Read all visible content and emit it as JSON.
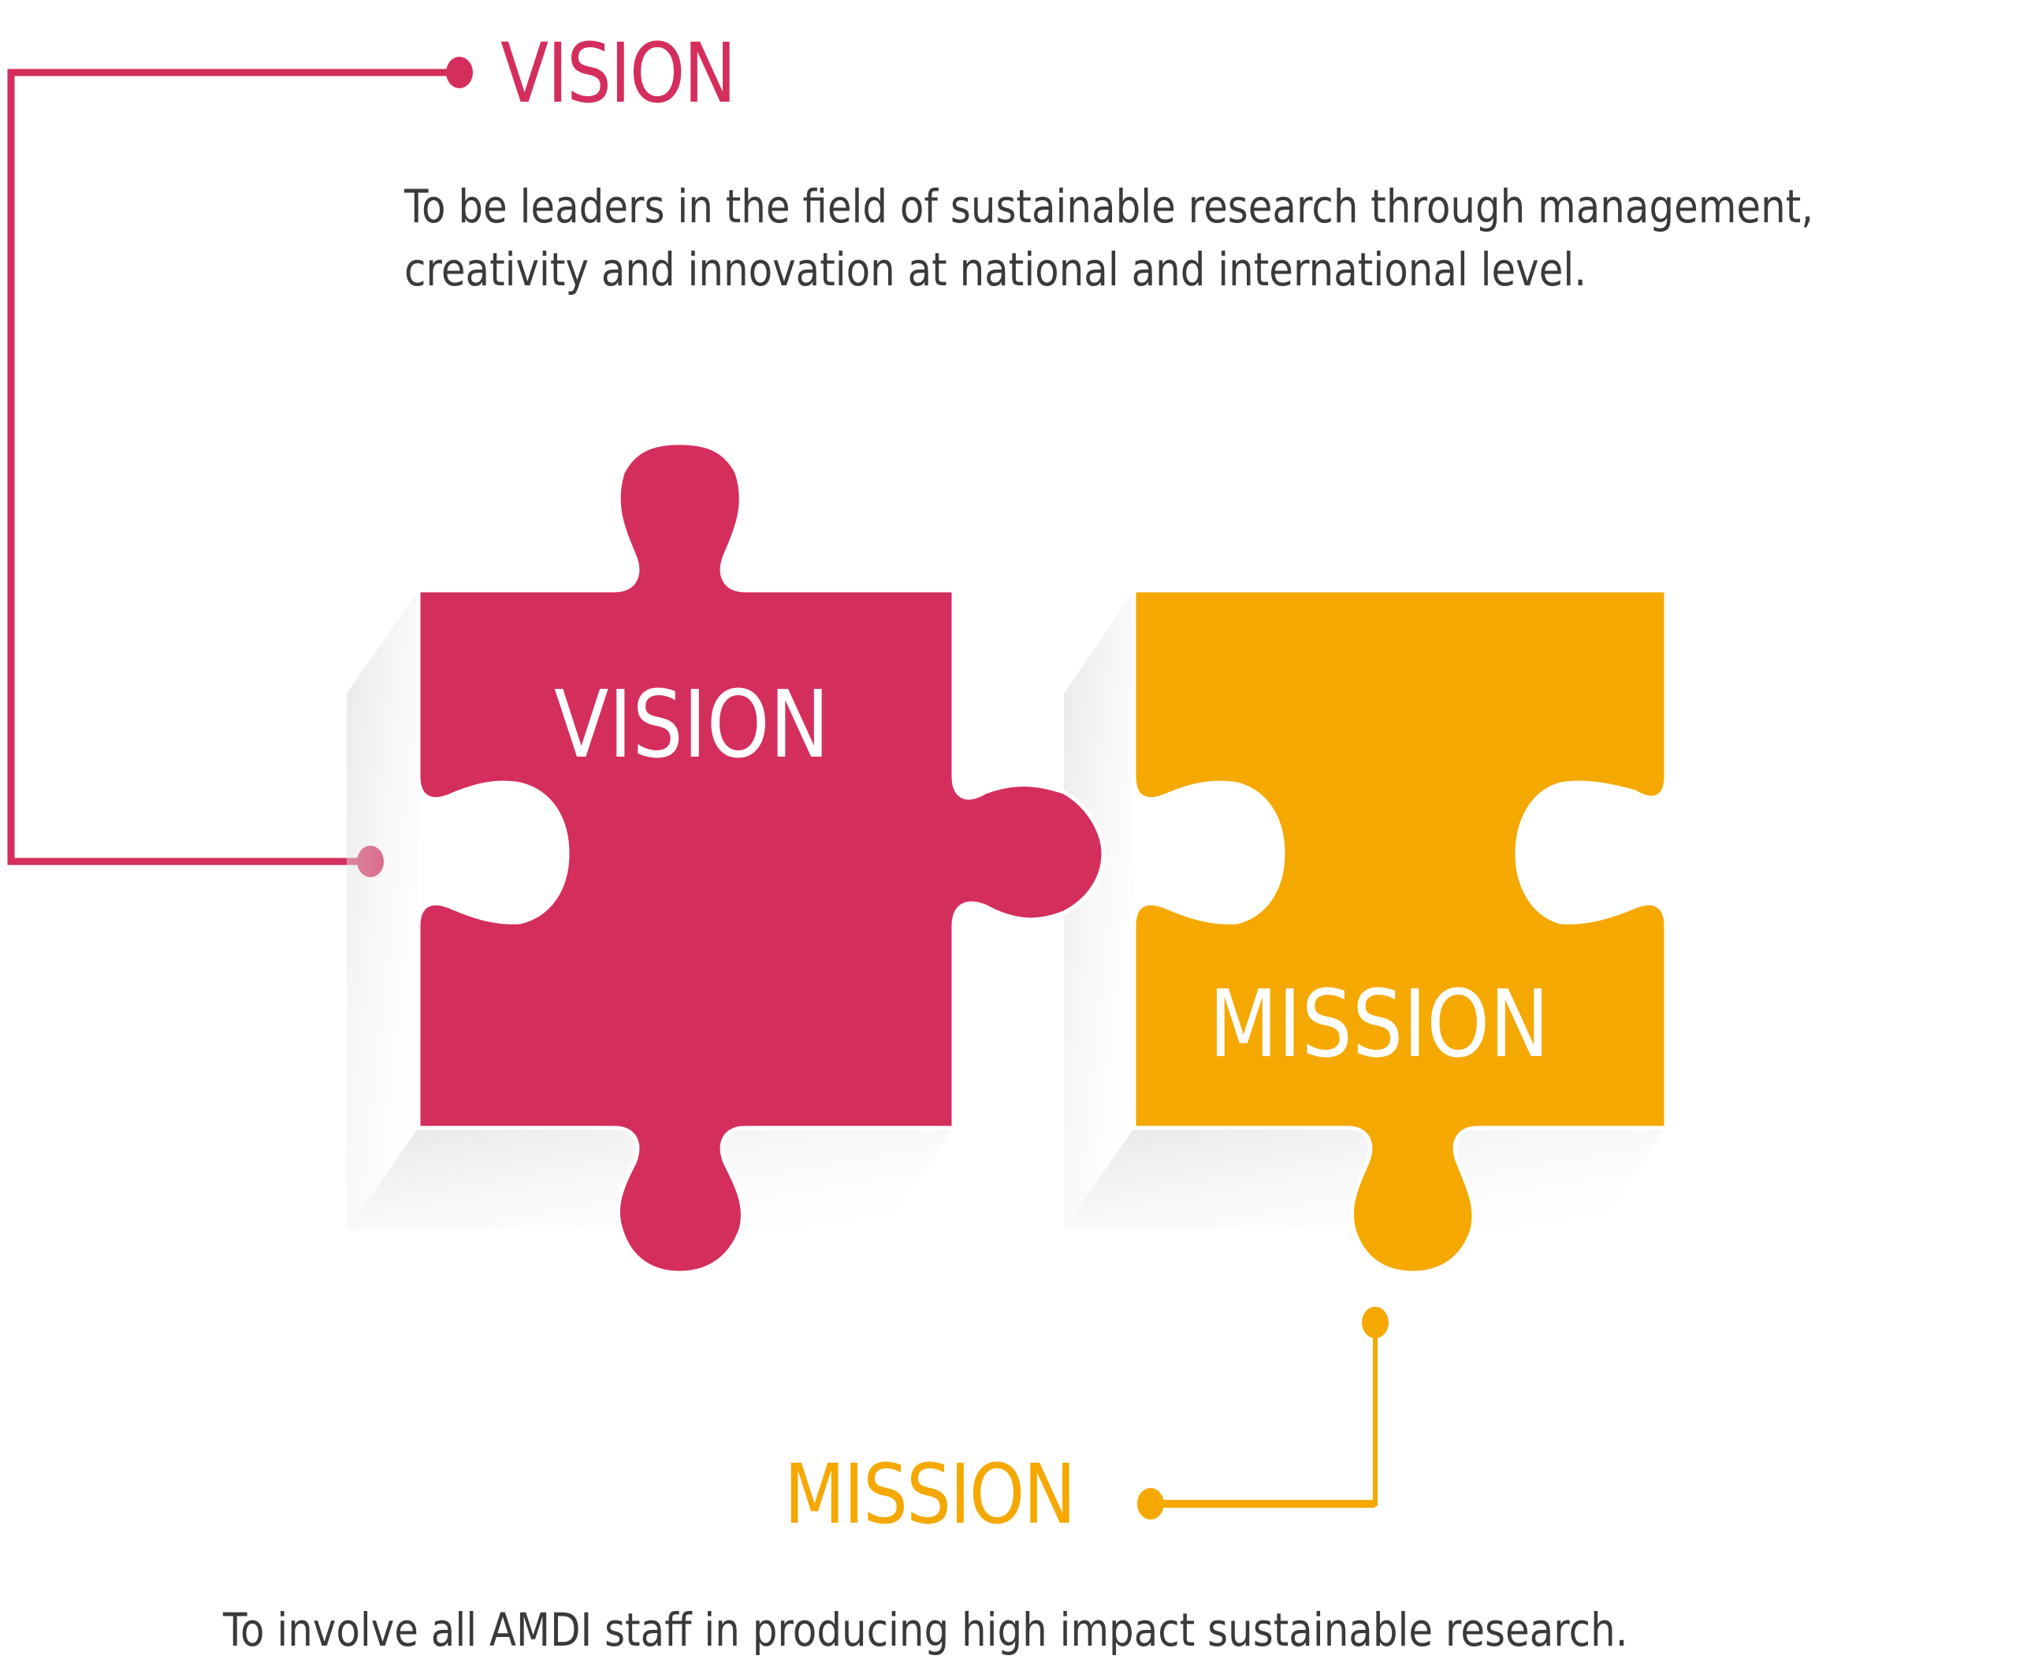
{
  "colors": {
    "vision": "#D42E5C",
    "mission": "#F5A800",
    "body_text": "#3A3A3A",
    "background": "#FFFFFF"
  },
  "vision": {
    "heading": "VISION",
    "piece_label": "VISION",
    "description_lines": [
      "To be leaders in the field of sustainable research through management,",
      "creativity and innovation at national and international level."
    ]
  },
  "mission": {
    "heading": "MISSION",
    "piece_label": "MISSION",
    "description": "To involve all AMDI staff in producing high impact sustainable research."
  }
}
